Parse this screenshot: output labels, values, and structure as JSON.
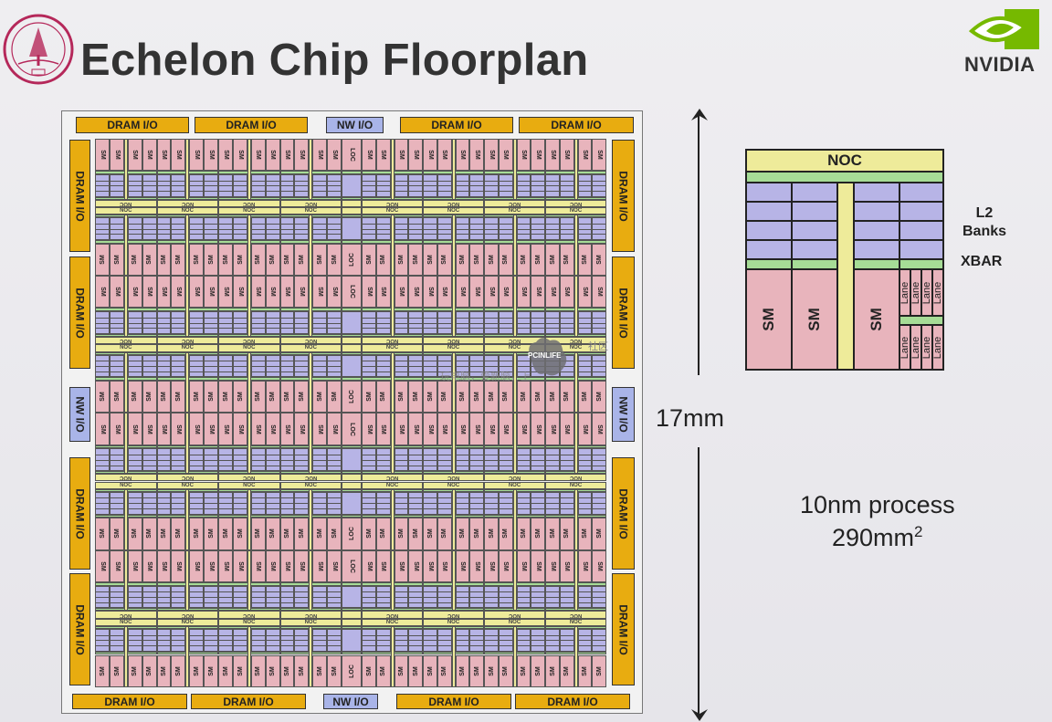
{
  "slide": {
    "title": "Echelon Chip Floorplan",
    "university_seal": "Leland Stanford Junior University seal",
    "logo_text": "NVIDIA"
  },
  "floorplan": {
    "top_io": [
      "DRAM I/O",
      "DRAM I/O",
      "NW I/O",
      "DRAM I/O",
      "DRAM I/O"
    ],
    "bottom_io": [
      "DRAM I/O",
      "DRAM I/O",
      "NW I/O",
      "DRAM I/O",
      "DRAM I/O"
    ],
    "left_io": [
      "DRAM I/O",
      "DRAM I/O",
      "NW I/O",
      "DRAM I/O",
      "DRAM I/O"
    ],
    "right_io": [
      "DRAM I/O",
      "DRAM I/O",
      "NW I/O",
      "DRAM I/O",
      "DRAM I/O"
    ],
    "sm_label": "SM",
    "noc_label": "NOC",
    "loc_label": "LOC"
  },
  "dimension": {
    "height_label": "17mm"
  },
  "process": {
    "line1": "10nm process",
    "line2_value": "290mm",
    "line2_sup": "2"
  },
  "tile_detail": {
    "noc": "NOC",
    "sm": [
      "SM",
      "SM",
      "SM"
    ],
    "lane": "Lane",
    "labels": {
      "l2_line1": "L2",
      "l2_line2": "Banks",
      "xbar": "XBAR"
    }
  },
  "watermark": {
    "brand": "PCINLIFE",
    "community": "社区",
    "slogan": "玩电脑，爱新脑，上"
  },
  "colors": {
    "sm": "#e8b4bc",
    "l2": "#b7b4e6",
    "xbar": "#a6dc96",
    "noc": "#eeeb9a",
    "dram_io": "#e8ac10",
    "nw_io": "#a9b4e8",
    "seal": "#b5285a",
    "nvidia_green": "#76b900"
  }
}
